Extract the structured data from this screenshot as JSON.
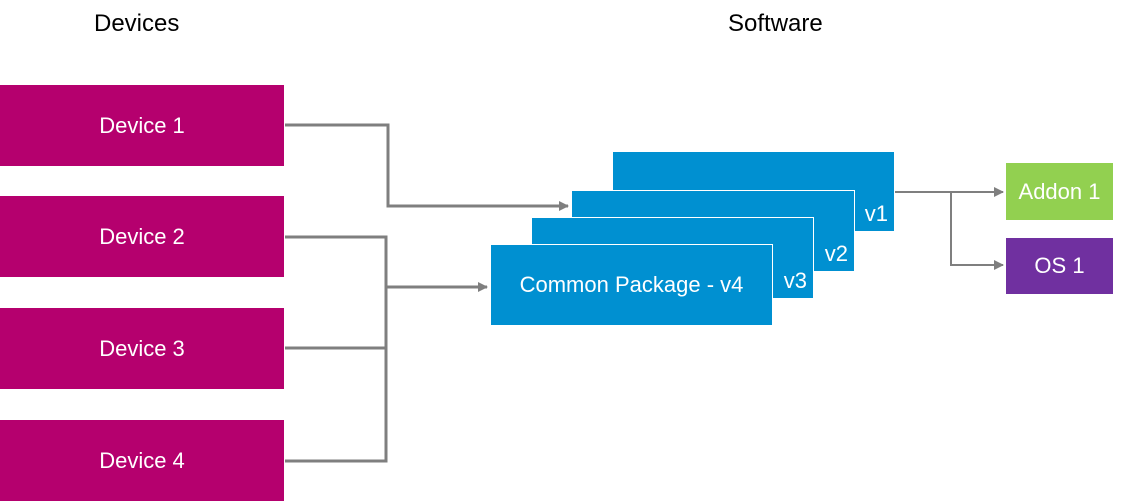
{
  "headings": {
    "devices": "Devices",
    "software": "Software"
  },
  "devices": [
    "Device 1",
    "Device 2",
    "Device 3",
    "Device 4"
  ],
  "packages": {
    "v1": "v1",
    "v2": "v2",
    "v3": "v3",
    "main": "Common Package - v4"
  },
  "addon": "Addon 1",
  "os": "OS 1",
  "colors": {
    "device": "#B5006E",
    "package": "#0090D1",
    "addon": "#92D050",
    "os": "#7030A0",
    "connector": "#7F7F7F"
  }
}
